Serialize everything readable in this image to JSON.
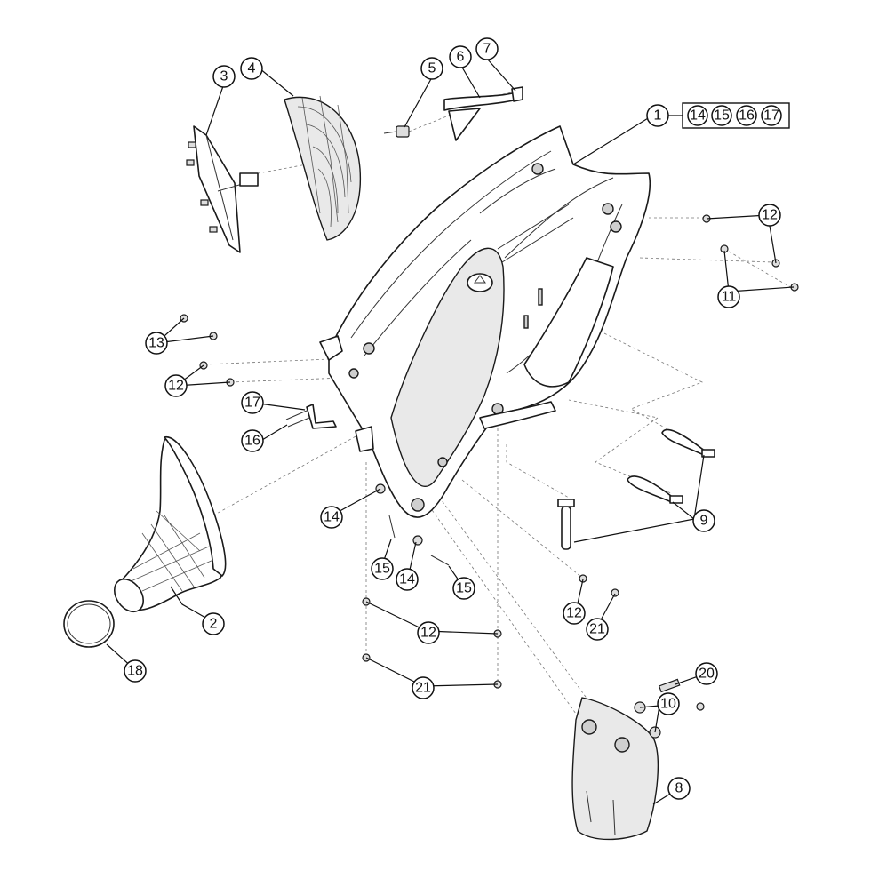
{
  "diagram": {
    "callouts": {
      "c1": "1",
      "c2": "2",
      "c3": "3",
      "c4": "4",
      "c5": "5",
      "c6": "6",
      "c7": "7",
      "c8": "8",
      "c9": "9",
      "c10": "10",
      "c11": "11",
      "c12a": "12",
      "c12b": "12",
      "c12c": "12",
      "c12d": "12",
      "c13": "13",
      "c14a": "14",
      "c14b": "14",
      "c15a": "15",
      "c15b": "15",
      "c16": "16",
      "c17": "17",
      "c18": "18",
      "c20": "20",
      "c21a": "21",
      "c21b": "21"
    },
    "kit": {
      "k14": "14",
      "k15": "15",
      "k16": "16",
      "k17": "17"
    }
  }
}
